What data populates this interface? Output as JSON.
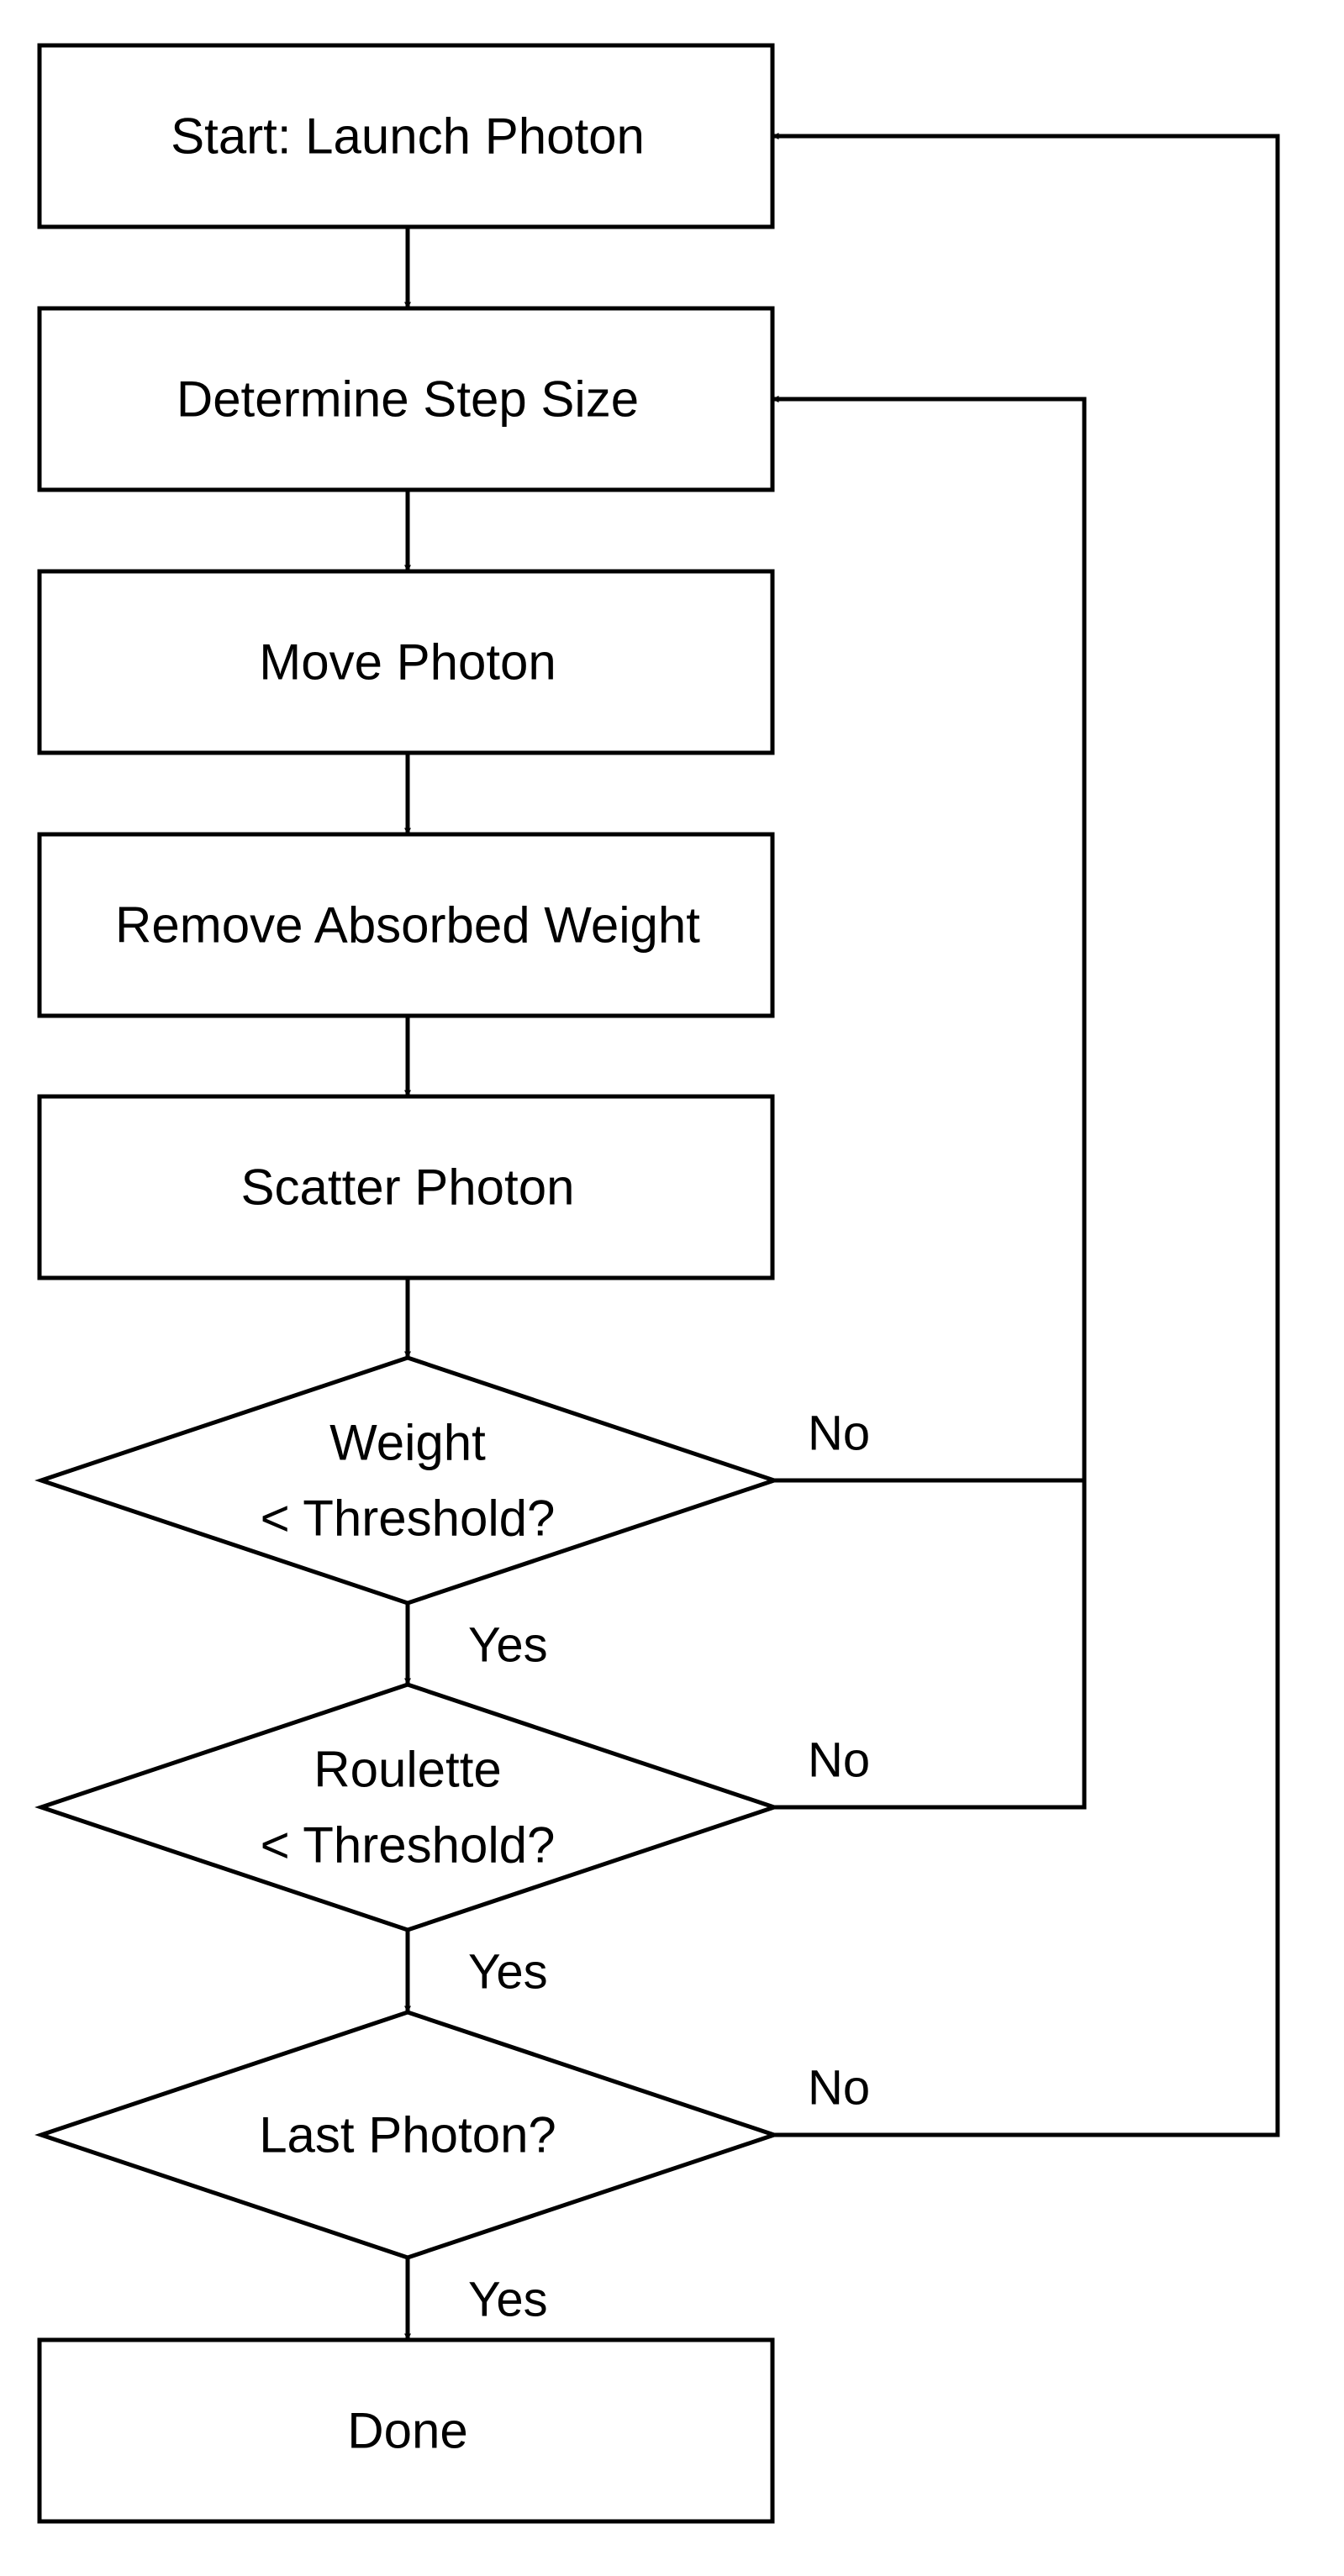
{
  "colors": {
    "background": "#ffffff",
    "stroke": "#000000",
    "text": "#000000"
  },
  "nodes": {
    "start": {
      "shape": "process",
      "lines": [
        "Start: Launch Photon"
      ]
    },
    "step_size": {
      "shape": "process",
      "lines": [
        "Determine Step Size"
      ]
    },
    "move": {
      "shape": "process",
      "lines": [
        "Move Photon"
      ]
    },
    "absorb": {
      "shape": "process",
      "lines": [
        "Remove Absorbed Weight"
      ]
    },
    "scatter": {
      "shape": "process",
      "lines": [
        "Scatter Photon"
      ]
    },
    "weight_check": {
      "shape": "decision",
      "lines": [
        "Weight",
        "< Threshold?"
      ]
    },
    "roulette_check": {
      "shape": "decision",
      "lines": [
        "Roulette",
        "< Threshold?"
      ]
    },
    "last_check": {
      "shape": "decision",
      "lines": [
        "Last Photon?"
      ]
    },
    "done": {
      "shape": "process",
      "lines": [
        "Done"
      ]
    }
  },
  "edges": [
    {
      "from": "start",
      "to": "step_size",
      "label": ""
    },
    {
      "from": "step_size",
      "to": "move",
      "label": ""
    },
    {
      "from": "move",
      "to": "absorb",
      "label": ""
    },
    {
      "from": "absorb",
      "to": "scatter",
      "label": ""
    },
    {
      "from": "scatter",
      "to": "weight_check",
      "label": ""
    },
    {
      "from": "weight_check",
      "to": "roulette_check",
      "label": "Yes"
    },
    {
      "from": "weight_check",
      "to": "step_size",
      "label": "No"
    },
    {
      "from": "roulette_check",
      "to": "last_check",
      "label": "Yes"
    },
    {
      "from": "roulette_check",
      "to": "step_size",
      "label": "No"
    },
    {
      "from": "last_check",
      "to": "done",
      "label": "Yes"
    },
    {
      "from": "last_check",
      "to": "start",
      "label": "No"
    }
  ]
}
